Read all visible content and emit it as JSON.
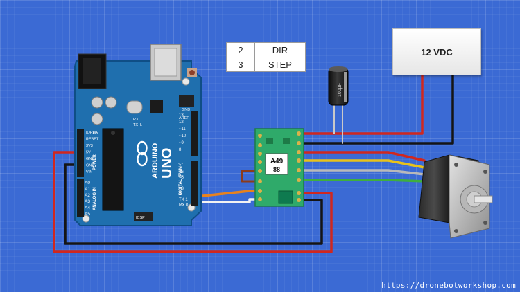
{
  "pin_table": {
    "rows": [
      {
        "pin": "2",
        "signal": "DIR"
      },
      {
        "pin": "3",
        "signal": "STEP"
      }
    ]
  },
  "power_supply": {
    "label": "12 VDC"
  },
  "arduino": {
    "brand_text": "ARDUINO",
    "model_text": "UNO",
    "power_pins": [
      "IOREF",
      "RESET",
      "3V3",
      "5V",
      "GND",
      "GND",
      "VIN"
    ],
    "power_header_label": "POWER",
    "analog_pins": [
      "A0",
      "A1",
      "A2",
      "A3",
      "A4",
      "A5"
    ],
    "analog_header_label": "ANALOG IN",
    "digital_pins": [
      "13",
      "12",
      "~11",
      "~10",
      "~9",
      "8",
      "7",
      "~6",
      "~5",
      "4",
      "~3",
      "2",
      "TX 1",
      "RX 0"
    ],
    "digital_header_label": "DIGITAL (PWM~)",
    "small_labels": [
      "AREF",
      "GND",
      "ON",
      "TX",
      "RX",
      "L",
      "ICSP"
    ]
  },
  "driver": {
    "chip_text_1": "A49",
    "chip_text_2": "88"
  },
  "capacitor": {
    "label": "100µF"
  },
  "watermark": "https://dronebotworkshop.com",
  "colors": {
    "background": "#3b6ad4",
    "board": "#1f6fae",
    "driver_board": "#2faa6a",
    "wire_red": "#d0271f",
    "wire_black": "#151515",
    "wire_orange": "#e8821e",
    "wire_white": "#f2f2f2",
    "wire_yellow": "#e8c21b",
    "wire_gray": "#b9b9b9",
    "wire_green": "#3fae3f",
    "wire_brown": "#8a3b1c"
  }
}
